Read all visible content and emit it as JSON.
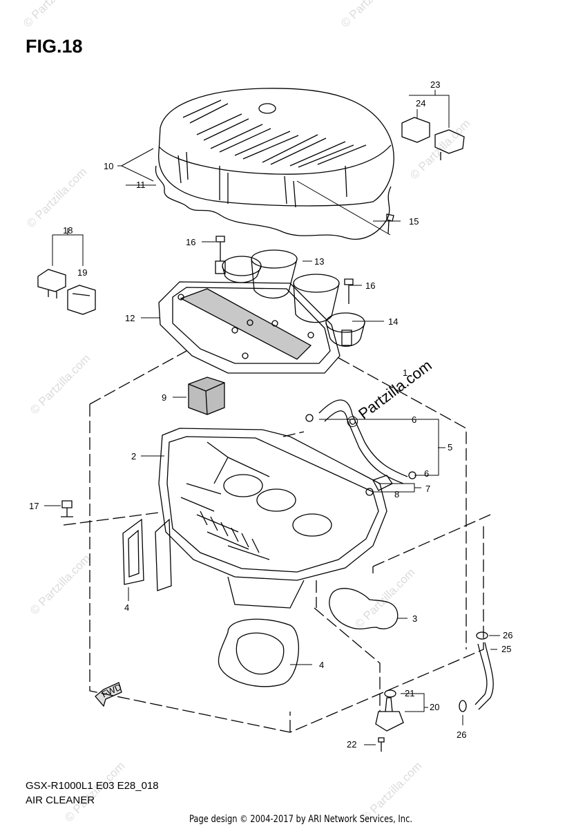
{
  "figure": {
    "title": "FIG.18"
  },
  "footer": {
    "model_code": "GSX-R1000L1 E03 E28_018",
    "section_name": "AIR CLEANER",
    "copyright": "Page design © 2004-2017 by ARI Network Services, Inc."
  },
  "watermark": {
    "text": "© Partzilla.com",
    "brand_text": "© Partzilla.com"
  },
  "fwd_label": "FWD",
  "callouts": [
    "1",
    "2",
    "3",
    "4",
    "4",
    "5",
    "6",
    "6",
    "7",
    "8",
    "9",
    "10",
    "11",
    "12",
    "13",
    "14",
    "15",
    "16",
    "16",
    "17",
    "18",
    "19",
    "20",
    "21",
    "22",
    "23",
    "24",
    "25",
    "26",
    "26"
  ]
}
